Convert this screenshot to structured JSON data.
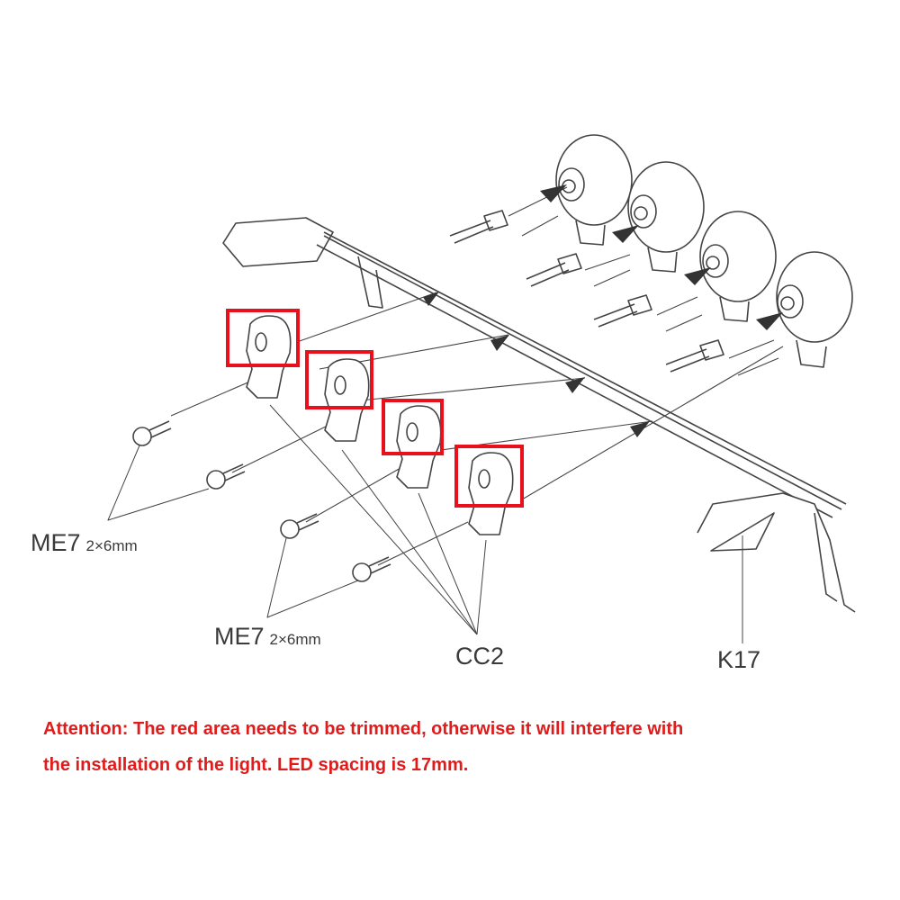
{
  "labels": {
    "screw_upper": {
      "part": "ME7",
      "size": "2×6mm"
    },
    "screw_lower": {
      "part": "ME7",
      "size": "2×6mm"
    },
    "clip": {
      "part": "CC2"
    },
    "bar": {
      "part": "K17"
    }
  },
  "note": {
    "line1": "Attention: The red area needs to be trimmed, otherwise it will interfere with",
    "line2": "the installation of the light. LED spacing is 17mm."
  },
  "colors": {
    "highlight": "#e8101a",
    "note_text": "#e01b1b",
    "line_art": "#444444"
  }
}
